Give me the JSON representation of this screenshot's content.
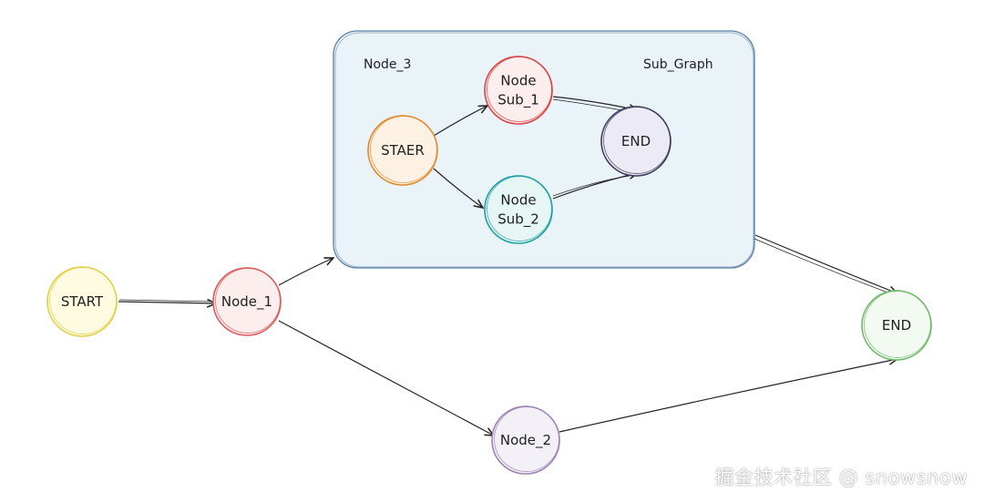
{
  "diagram": {
    "nodes": {
      "start": {
        "lines": [
          "START"
        ],
        "stroke": "#e2cf46",
        "fill": "#fffbe0"
      },
      "node1": {
        "lines": [
          "Node_1"
        ],
        "stroke": "#d65c5c",
        "fill": "#fdeeee"
      },
      "node2": {
        "lines": [
          "Node_2"
        ],
        "stroke": "#9d84b6",
        "fill": "#f4f0f8"
      },
      "end": {
        "lines": [
          "END"
        ],
        "stroke": "#6fb86a",
        "fill": "#f2faf1"
      },
      "sub_start": {
        "lines": [
          "STAER"
        ],
        "stroke": "#e08a2c",
        "fill": "#fdf1e4"
      },
      "sub1": {
        "lines": [
          "Node",
          "Sub_1"
        ],
        "stroke": "#d64545",
        "fill": "#fdeeee"
      },
      "sub2": {
        "lines": [
          "Node",
          "Sub_2"
        ],
        "stroke": "#1fa0a0",
        "fill": "#e6f6f5"
      },
      "sub_end": {
        "lines": [
          "END"
        ],
        "stroke": "#3b3b5c",
        "fill": "#eceaf4"
      }
    },
    "subgraph": {
      "name_label": "Node_3",
      "title_label": "Sub_Graph",
      "stroke": "#5b7fa6",
      "fill": "#eaf3f8"
    },
    "edges": [
      {
        "from": "start",
        "to": "node1"
      },
      {
        "from": "node1",
        "to": "subgraph"
      },
      {
        "from": "node1",
        "to": "node2"
      },
      {
        "from": "subgraph",
        "to": "end"
      },
      {
        "from": "node2",
        "to": "end"
      },
      {
        "from": "sub_start",
        "to": "sub1"
      },
      {
        "from": "sub_start",
        "to": "sub2"
      },
      {
        "from": "sub1",
        "to": "sub_end"
      },
      {
        "from": "sub2",
        "to": "sub_end"
      }
    ],
    "edge_color": "#222222"
  },
  "watermark": "掘金技术社区 @ snowsnow"
}
